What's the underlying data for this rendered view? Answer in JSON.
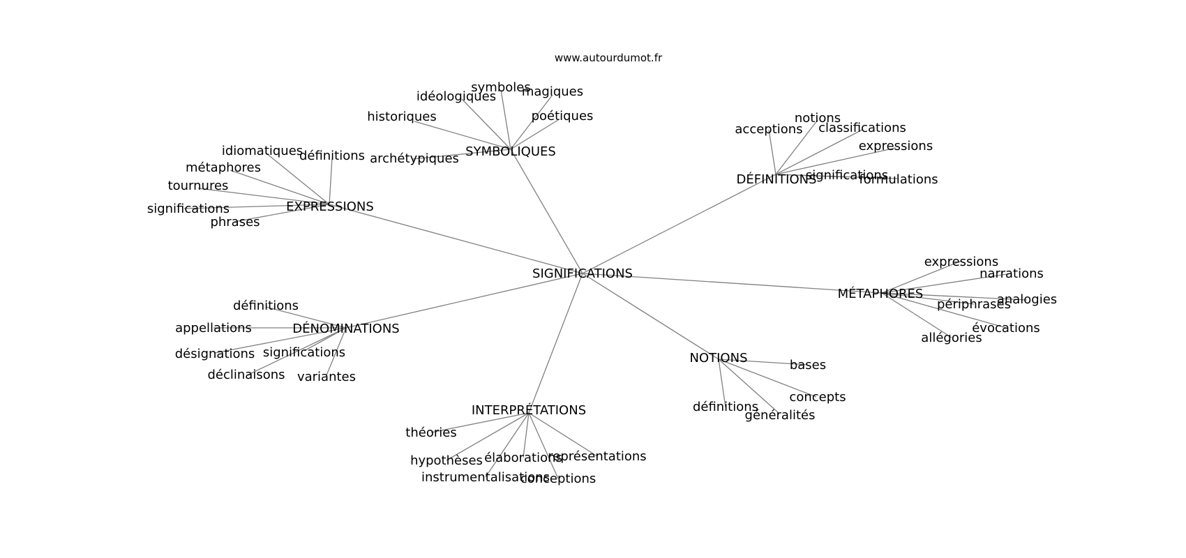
{
  "watermark": "www.autourdumot.fr",
  "root": "SIGNIFICATIONS",
  "colors": {
    "edge": "#808080",
    "text": "#000000",
    "background": "#ffffff"
  },
  "branches": [
    {
      "id": "symboliques",
      "label": "SYMBOLIQUES",
      "children": [
        "symboles",
        "idéologiques",
        "magiques",
        "historiques",
        "poétiques",
        "archétypiques"
      ]
    },
    {
      "id": "expressions",
      "label": "EXPRESSIONS",
      "children": [
        "idiomatiques",
        "définitions",
        "métaphores",
        "tournures",
        "significations",
        "phrases"
      ]
    },
    {
      "id": "definitions",
      "label": "DÉFINITIONS",
      "children": [
        "notions",
        "acceptions",
        "classifications",
        "expressions",
        "significations",
        "formulations"
      ]
    },
    {
      "id": "metaphores",
      "label": "MÉTAPHORES",
      "children": [
        "expressions",
        "narrations",
        "analogies",
        "périphrases",
        "évocations",
        "allégories"
      ]
    },
    {
      "id": "denominations",
      "label": "DÉNOMINATIONS",
      "children": [
        "définitions",
        "appellations",
        "désignations",
        "significations",
        "déclinaisons",
        "variantes"
      ]
    },
    {
      "id": "notions",
      "label": "NOTIONS",
      "children": [
        "bases",
        "concepts",
        "définitions",
        "généralités"
      ]
    },
    {
      "id": "interpretations",
      "label": "INTERPRÉTATIONS",
      "children": [
        "théories",
        "hypothèses",
        "élaborations",
        "représentations",
        "instrumentalisations",
        "conceptions"
      ]
    }
  ]
}
